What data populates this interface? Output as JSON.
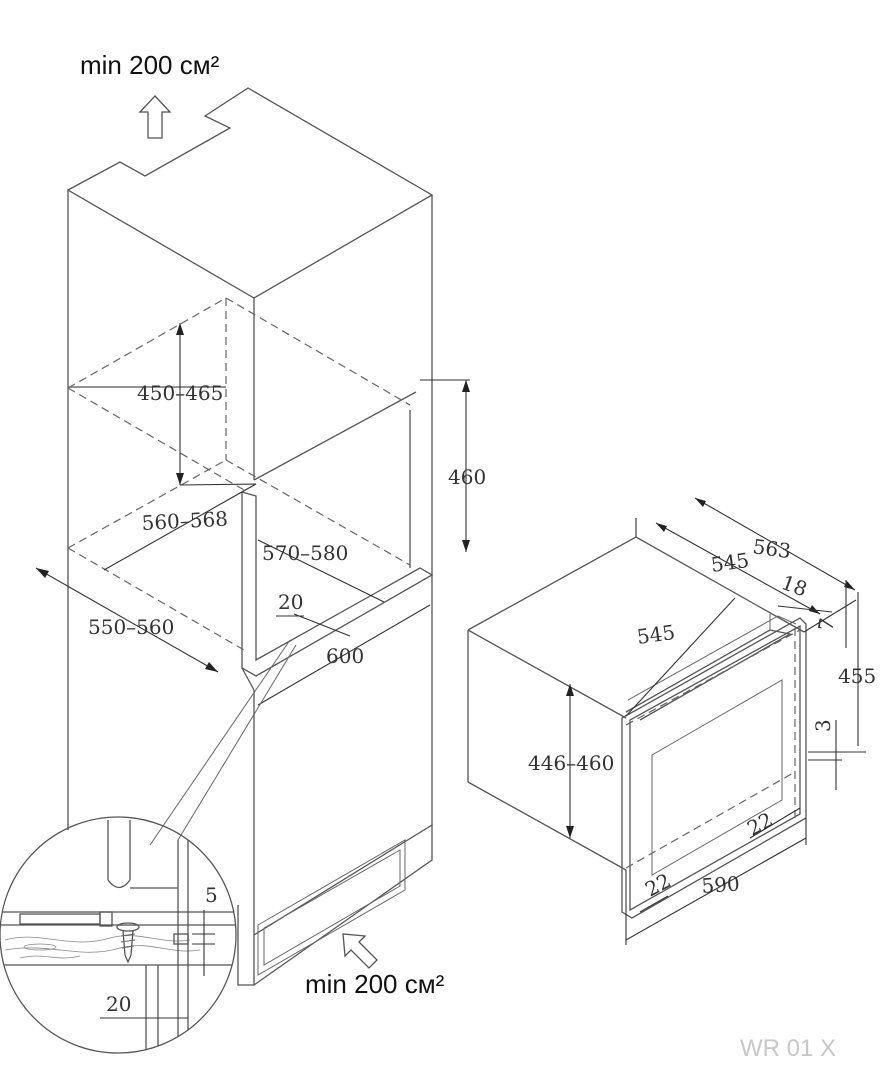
{
  "vent_top_label": "min 200 см²",
  "vent_bottom_label": "min 200 см²",
  "watermark": "WR 01 X",
  "cabinet": {
    "niche_height": "450–465",
    "niche_depth": "560–568",
    "inner_depth": "570–580",
    "outer_depth": "550–560",
    "opening_height": "460",
    "cabinet_width": "600",
    "panel_thickness": "20"
  },
  "detail": {
    "gap": "5",
    "thickness": "20"
  },
  "appliance": {
    "total_depth": "563",
    "body_depth_top": "545",
    "door_depth": "18",
    "body_width": "545",
    "frame_top": "7",
    "total_height": "455",
    "frame_bottom": "3",
    "body_height": "446–460",
    "side_frame_right": "22",
    "side_frame_left": "22",
    "total_width": "590"
  }
}
